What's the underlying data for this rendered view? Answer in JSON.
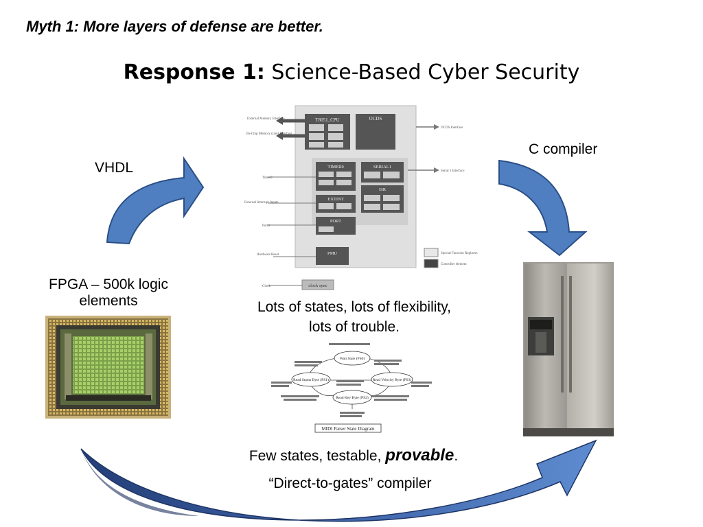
{
  "slide": {
    "myth": "Myth 1: More layers of defense are better.",
    "title_bold": "Response 1:",
    "title_rest": " Science-Based Cyber Security"
  },
  "labels": {
    "vhdl": "VHDL",
    "c_compiler": "C compiler",
    "fpga_line1": "FPGA – 500k logic",
    "fpga_line2": "elements",
    "states_line1": "Lots of states, lots of flexibility,",
    "states_line2": "lots of trouble.",
    "few_states_pre": "Few states, testable, ",
    "few_states_emph": "provable",
    "few_states_post": ".",
    "direct": "“Direct-to-gates” compiler"
  },
  "cpu_diagram": {
    "blocks": {
      "cpu": "T8051_CPU",
      "ocds": "OCDS",
      "timer": "TIMER0",
      "serial": "SERIAL1",
      "extint": "EXTINT",
      "isr": "ISR",
      "port": "PORT",
      "pmu": "PMU",
      "clock": "clock sync"
    },
    "left_labels": [
      "External Memory Interface",
      "On-Chip Memory (ram) Interface",
      "Timer0",
      "External Interrupt Inputs",
      "Port0",
      "Hardware Reset",
      "Clock"
    ],
    "right_labels": [
      "OCDS Interface",
      "Serial 1 Interface"
    ],
    "legend": [
      "Special Function Registers",
      "Controller element"
    ]
  },
  "state_diagram": {
    "caption": "MIDI Parser State Diagram",
    "states": [
      "Wait State (PS0)",
      "Read Status Byte (PS1)",
      "Read Velocity Byte (PS3)",
      "Read Key Byte (PS2)"
    ]
  },
  "colors": {
    "arrow_fill": "#4f7fc0",
    "arrow_stroke": "#2a4f86"
  }
}
